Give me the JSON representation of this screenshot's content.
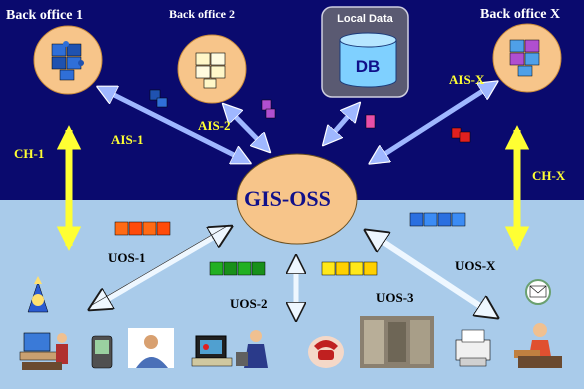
{
  "nodes": {
    "back_office_1": "Back office 1",
    "back_office_2": "Back office 2",
    "back_office_x": "Back office X",
    "local_data": "Local Data",
    "db": "DB",
    "gis_oss": "GIS-OSS"
  },
  "links": {
    "ais_1": "AIS-1",
    "ais_2": "AIS-2",
    "ais_x": "AIS-X",
    "ch_1": "CH-1",
    "ch_x": "CH-X",
    "uos_1": "UOS-1",
    "uos_2": "UOS-2",
    "uos_3": "UOS-3",
    "uos_x": "UOS-X"
  },
  "colors": {
    "top_background": "#0a0a6e",
    "bottom_background": "#a9cbea",
    "node_fill": "#f7c58a",
    "arrow_blue": "#9fb7ff",
    "arrow_yellow": "#ffff33",
    "db_fill": "#7fd0ff"
  },
  "icons": [
    "puzzle-pieces-icon",
    "desktop-user-icon",
    "pda-icon",
    "call-center-agent-icon",
    "personal-computer-icon",
    "engineer-icon",
    "phone-icon",
    "office-photo",
    "fax-icon",
    "office-worker-icon",
    "wizard-icon",
    "envelope-icon"
  ]
}
